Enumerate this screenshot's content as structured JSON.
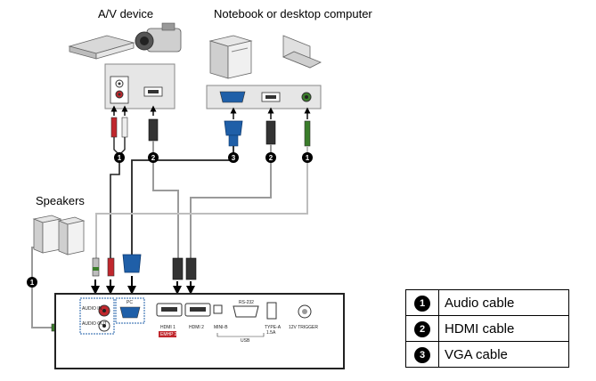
{
  "labels": {
    "av_device": "A/V device",
    "computer": "Notebook or desktop computer",
    "speakers": "Speakers"
  },
  "projector": {
    "audio_in": "AUDIO IN",
    "audio_out": "AUDIO OUT",
    "pc": "PC",
    "hdmi1": "HDMI 1",
    "hdmi1_badge": "EMHP 2.0",
    "hdmi2": "HDMI 2",
    "mini_b": "MINI-B",
    "usb": "USB",
    "rs232": "RS-232",
    "type_a": "TYPE-A",
    "type_a_rating": "1.5A",
    "trigger": "12V TRIGGER"
  },
  "markers": {
    "av_audio": "1",
    "av_hdmi": "2",
    "pc_vga": "3",
    "pc_hdmi": "2",
    "pc_audio": "1",
    "speaker_audio": "1"
  },
  "legend": [
    {
      "num": "1",
      "text": "Audio cable"
    },
    {
      "num": "2",
      "text": "HDMI cable"
    },
    {
      "num": "3",
      "text": "VGA cable"
    }
  ],
  "colors": {
    "wire_black": "#222222",
    "wire_grey": "#9a9a9a",
    "wire_light": "#bdbdbd",
    "vga_blue": "#1f5fa8",
    "audio_red": "#c0272d",
    "audio_green": "#3a7d2a",
    "panel_bg": "#e8e8e8"
  }
}
